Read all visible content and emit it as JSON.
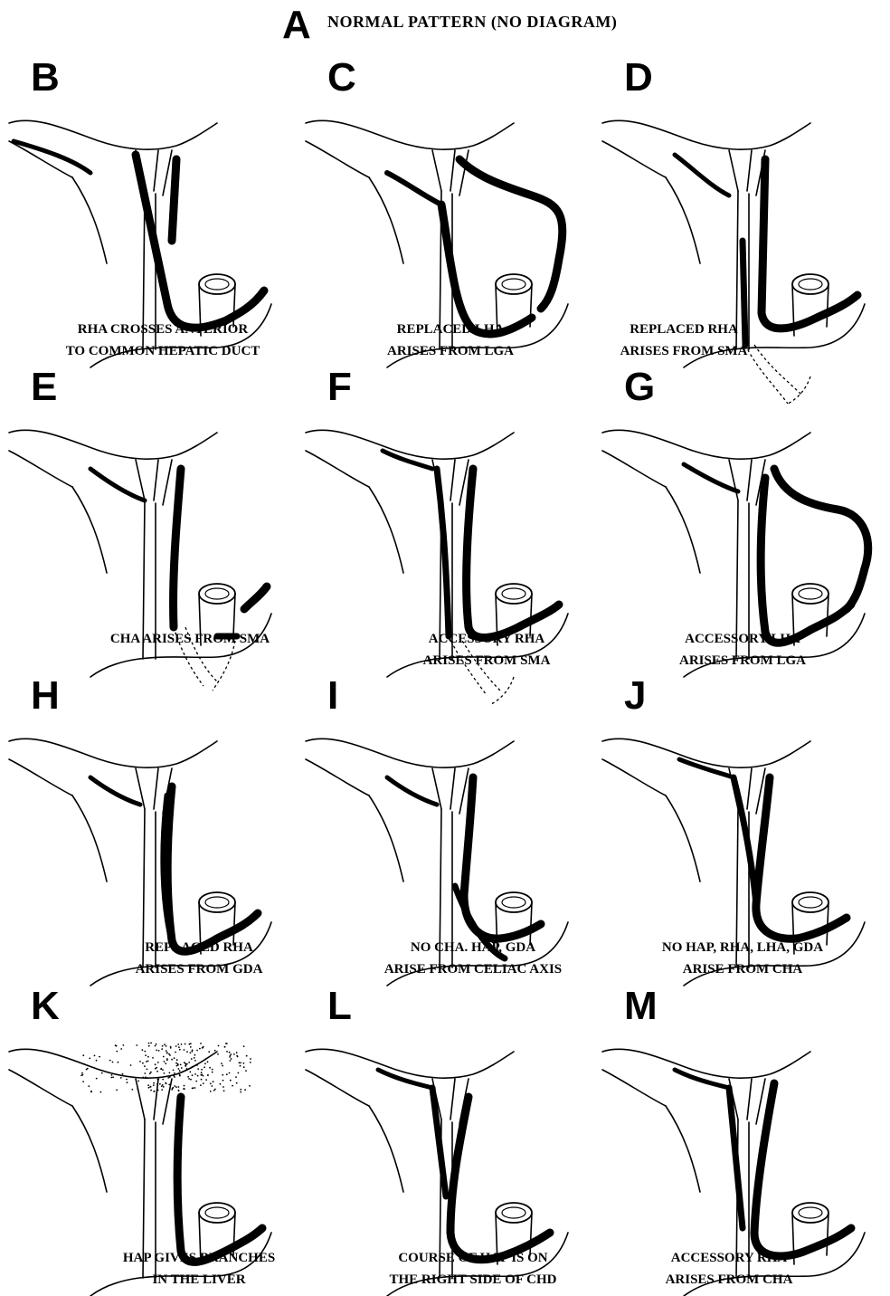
{
  "header": {
    "letter": "A",
    "text": "NORMAL PATTERN (NO DIAGRAM)"
  },
  "panels": [
    {
      "letter": "B",
      "lines": [
        "RHA CROSSES ANTERIOR",
        "TO COMMON HEPATIC DUCT"
      ],
      "variant": "B"
    },
    {
      "letter": "C",
      "lines": [
        "REPLACED LHA",
        "ARISES FROM LGA"
      ],
      "variant": "C"
    },
    {
      "letter": "D",
      "lines": [
        "REPLACED RHA",
        "ARISES FROM SMA"
      ],
      "variant": "D"
    },
    {
      "letter": "E",
      "lines": [
        "CHA ARISES FROM SMA"
      ],
      "variant": "E"
    },
    {
      "letter": "F",
      "lines": [
        "ACCESSORY RHA",
        "ARISES FROM SMA"
      ],
      "variant": "F"
    },
    {
      "letter": "G",
      "lines": [
        "ACCESSORY LHA",
        "ARISES FROM LGA"
      ],
      "variant": "G"
    },
    {
      "letter": "H",
      "lines": [
        "REPLACED RHA",
        "ARISES FROM GDA"
      ],
      "variant": "H"
    },
    {
      "letter": "I",
      "lines": [
        "NO CHA. HAP, GDA",
        "ARISE FROM CELIAC AXIS"
      ],
      "variant": "I"
    },
    {
      "letter": "J",
      "lines": [
        "NO HAP, RHA, LHA, GDA",
        "ARISE FROM CHA"
      ],
      "variant": "J"
    },
    {
      "letter": "K",
      "lines": [
        "HAP GIVES BRANCHES",
        "IN THE LIVER"
      ],
      "variant": "K"
    },
    {
      "letter": "L",
      "lines": [
        "COURSE OF HAP IS ON",
        "THE RIGHT SIDE OF CHD"
      ],
      "variant": "L"
    },
    {
      "letter": "M",
      "lines": [
        "ACCESSORY RHA",
        "ARISES FROM CHA"
      ],
      "variant": "M"
    }
  ]
}
